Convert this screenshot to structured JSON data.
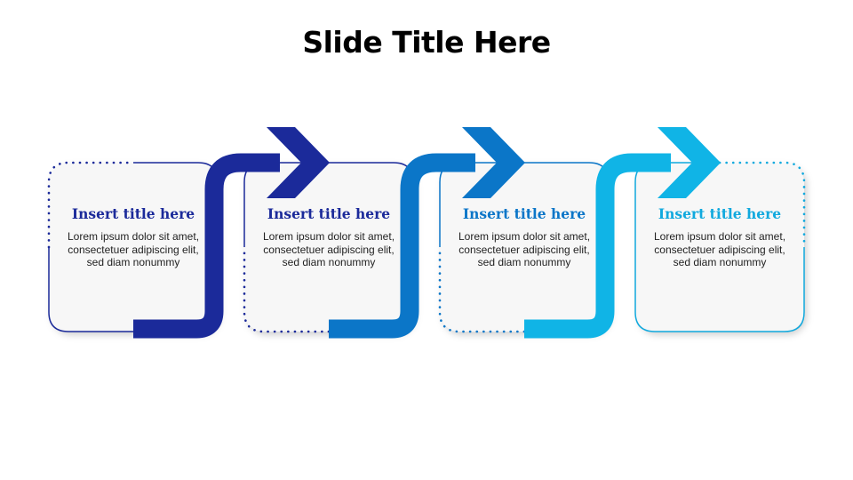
{
  "slide": {
    "title": "Slide Title Here"
  },
  "steps": [
    {
      "title": "Insert title here",
      "body": "Lorem ipsum dolor sit amet, consectetuer adipiscing elit, sed diam nonummy",
      "color": "#1B2A9A"
    },
    {
      "title": "Insert title here",
      "body": "Lorem ipsum dolor sit amet, consectetuer adipiscing elit, sed diam nonummy",
      "color": "#1B2A9A"
    },
    {
      "title": "Insert title here",
      "body": "Lorem ipsum dolor sit amet, consectetuer adipiscing elit, sed diam nonummy",
      "color": "#0B76C8"
    },
    {
      "title": "Insert title here",
      "body": "Lorem ipsum dolor sit amet, consectetuer adipiscing elit, sed diam nonummy",
      "color": "#10A9DE"
    }
  ],
  "arrow_colors": [
    "#1B2A9A",
    "#0B76C8",
    "#10B4E6"
  ]
}
